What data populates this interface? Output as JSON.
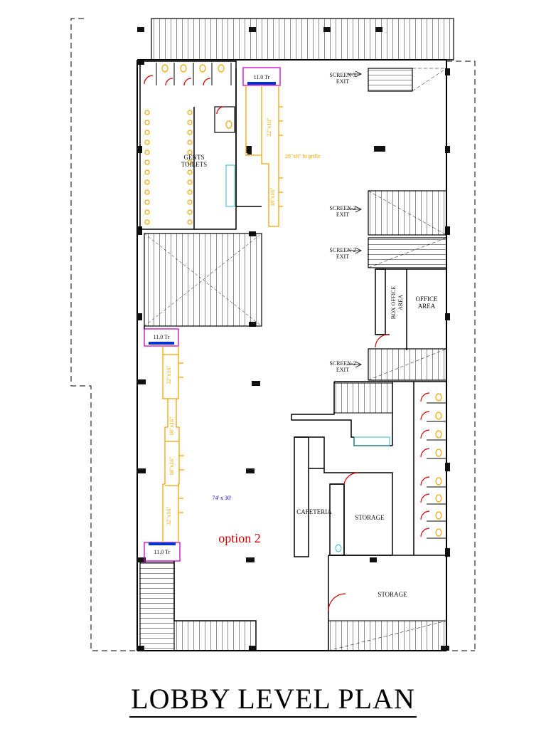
{
  "title": "LOBBY LEVEL PLAN",
  "labels": {
    "screen3_exit_top_1": "SCREEN-3",
    "screen3_exit_top_2": "EXIT",
    "screen3_exit_mid_1": "SCREEN-3",
    "screen3_exit_mid_2": "EXIT",
    "screen2_exit_top_1": "SCREEN-2",
    "screen2_exit_top_2": "EXIT",
    "screen2_exit_low_1": "SCREEN-2",
    "screen2_exit_low_2": "EXIT",
    "gents_toilets_1": "GENTS",
    "gents_toilets_2": "TOILETS",
    "box_office_1": "BOX OFFICE",
    "box_office_2": "AREA",
    "office_area_1": "OFFICE",
    "office_area_2": "AREA",
    "cafeteria": "CAFETERIA",
    "storage_upper": "STORAGE",
    "storage_lower": "STORAGE",
    "lobby_size": "74' x 30'",
    "option": "option 2",
    "grille": "28\"x8\" bt grille",
    "ac_top": "11.0 Tr",
    "ac_mid": "11.0 Tr",
    "ac_bottom": "11.0 Tr",
    "duct_1": "32\"x16\"",
    "duct_2": "18\"x16\"",
    "duct_3": "32\"x16\"",
    "duct_4": "18\"x16\"",
    "duct_5": "18\"x16\"",
    "duct_6": "32\"x16\""
  },
  "colors": {
    "wall": "#000000",
    "duct": "#f0a500",
    "door": "#d40000",
    "ac_unit": "#cc00cc",
    "ac_fill": "#0033cc",
    "annotation_blue": "#0000cc",
    "annotation_red": "#d40000",
    "fixture_cyan": "#30b8c8"
  }
}
